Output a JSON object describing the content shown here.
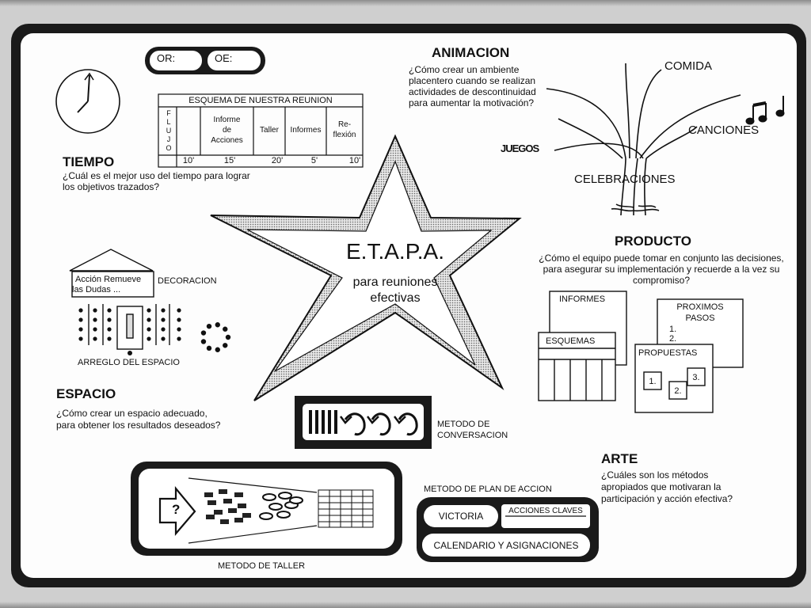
{
  "top_ovals": {
    "or_label": "OR:",
    "oe_label": "OE:"
  },
  "tiempo": {
    "title": "TIEMPO",
    "question_line1": "¿Cuál es el mejor uso del tiempo para lograr",
    "question_line2": "los objetivos trazados?",
    "table": {
      "title": "ESQUEMA DE NUESTRA REUNION",
      "flujo_letters": [
        "F",
        "L",
        "U",
        "J",
        "O"
      ],
      "headers": [
        "Informe de Acciones",
        "Taller",
        "Informes",
        "Re-flexión"
      ],
      "header_lines": [
        [
          "Informe",
          "de",
          "Acciones"
        ],
        [
          "Taller"
        ],
        [
          "Informes"
        ],
        [
          "Re-",
          "flexión"
        ]
      ],
      "times": [
        "10'",
        "15'",
        "20'",
        "5'",
        "10'"
      ]
    }
  },
  "animacion": {
    "title": "ANIMACION",
    "question_lines": [
      "¿Cómo crear un ambiente",
      "placentero  cuando se realizan",
      "actividades de descontinuidad",
      "para aumentar la motivación?"
    ],
    "labels": {
      "comida": "COMIDA",
      "canciones": "CANCIONES",
      "juegos": "JUEGOS",
      "celebraciones": "CELEBRACIONES"
    }
  },
  "center": {
    "title": "E.T.A.P.A.",
    "subtitle_line1": "para reuniones",
    "subtitle_line2": "efectivas"
  },
  "producto": {
    "title": "PRODUCTO",
    "question_lines": [
      "¿Cómo el equipo puede tomar en conjunto las decisiones,",
      "para asegurar su implementación y  recuerde a la vez su",
      "compromiso?"
    ],
    "informes": "INFORMES",
    "esquemas": "ESQUEMAS",
    "proximos_line1": "PROXIMOS",
    "proximos_line2": "PASOS",
    "proximos_items": [
      "1.",
      "2."
    ],
    "propuestas": "PROPUESTAS",
    "propuestas_items": [
      "1.",
      "2.",
      "3."
    ]
  },
  "espacio": {
    "title": "ESPACIO",
    "question_line1": "¿Cómo crear un espacio adecuado,",
    "question_line2": "para obtener los resultados deseados?",
    "house_line1": "Acción Remueve",
    "house_line2": "las Dudas ...",
    "decoracion": "DECORACION",
    "arreglo": "ARREGLO DEL ESPACIO"
  },
  "conversacion": {
    "label_line1": "METODO DE",
    "label_line2": "CONVERSACION"
  },
  "taller": {
    "label": "METODO DE TALLER",
    "arrow_mark": "?"
  },
  "arte": {
    "title": "ARTE",
    "question_lines": [
      "¿Cuáles son los métodos",
      "apropiados que motivaran la",
      "participación y acción efectiva?"
    ]
  },
  "plan": {
    "title": "METODO DE PLAN DE ACCION",
    "victoria": "VICTORIA",
    "acciones": "ACCIONES CLAVES",
    "calendario": "CALENDARIO Y ASIGNACIONES"
  },
  "music_icons": [
    "music-notes-icon"
  ]
}
